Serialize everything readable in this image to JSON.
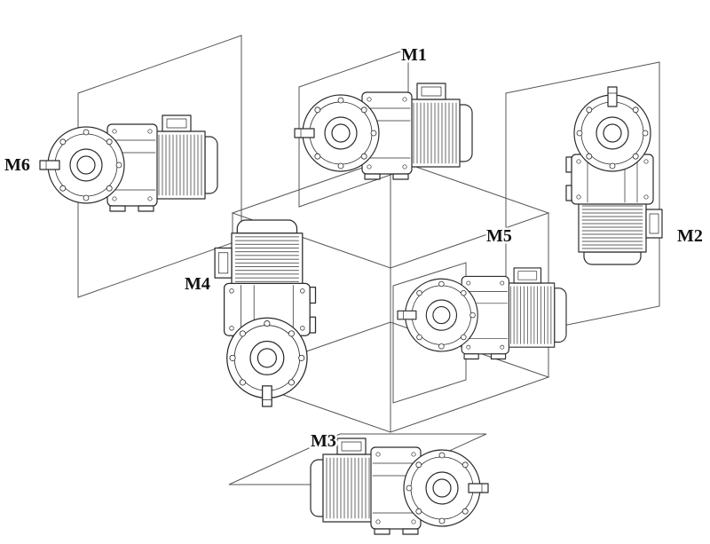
{
  "figure": {
    "labels": {
      "m1": "M1",
      "m2": "M2",
      "m3": "M3",
      "m4": "M4",
      "m5": "M5",
      "m6": "M6"
    },
    "colors": {
      "line": "#2b2b2b",
      "construction": "#555555",
      "label": "#111111",
      "background": "#ffffff"
    }
  }
}
